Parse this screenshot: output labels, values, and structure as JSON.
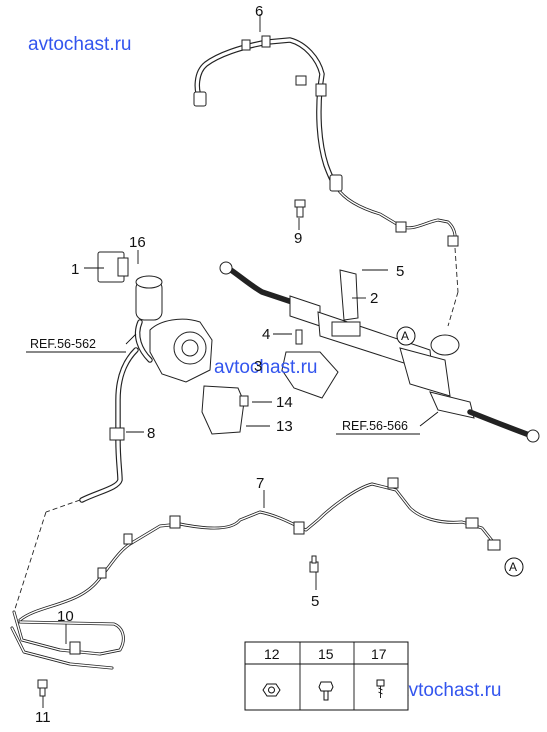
{
  "watermarks": [
    "avtochast.ru",
    "avtochast.ru",
    "avtochast.ru"
  ],
  "callouts": {
    "c1": "1",
    "c2": "2",
    "c3": "3",
    "c4": "4",
    "c5a": "5",
    "c5b": "5",
    "c6": "6",
    "c7": "7",
    "c8": "8",
    "c9": "9",
    "c10": "10",
    "c11": "11",
    "c13": "13",
    "c14": "14",
    "c16": "16"
  },
  "references": {
    "ref_reservoir": "REF.56-562",
    "ref_gear": "REF.56-566"
  },
  "connector_marks": {
    "a_upper": "A",
    "a_lower": "A"
  },
  "parts_table": {
    "headers": [
      "12",
      "15",
      "17"
    ],
    "icons": [
      "nut-icon",
      "bolt-icon",
      "screw-icon"
    ]
  }
}
